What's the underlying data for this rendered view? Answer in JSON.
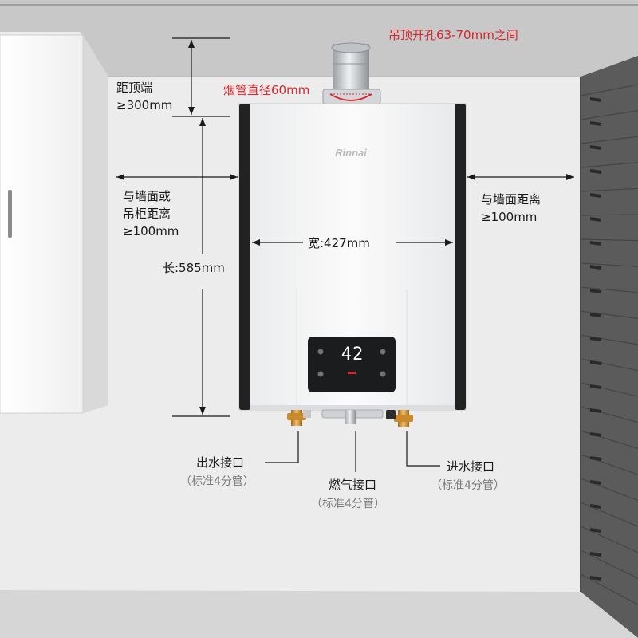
{
  "brand": "Rinnai",
  "display_temperature": "42",
  "labels": {
    "ceiling_hole": "吊顶开孔63-70mm之间",
    "flue_diameter": "烟管直径60mm",
    "top_clearance_title": "距顶端",
    "top_clearance_value": "≥300mm",
    "left_clearance_line1": "与墙面或",
    "left_clearance_line2": "吊柜距离",
    "left_clearance_value": "≥100mm",
    "right_clearance_line1": "与墙面距离",
    "right_clearance_value": "≥100mm",
    "width": "宽:427mm",
    "length": "长:585mm",
    "water_outlet": "出水接口",
    "water_outlet_spec": "（标准4分管）",
    "gas_inlet": "燃气接口",
    "gas_inlet_spec": "（标准4分管）",
    "water_inlet": "进水接口",
    "water_inlet_spec": "（标准4分管）"
  },
  "colors": {
    "wall": "#ececec",
    "ceiling": "#c9c9c9",
    "accent_red": "#d8262b",
    "heater_body": "#f7f7f7",
    "side_panel": "#222222"
  }
}
